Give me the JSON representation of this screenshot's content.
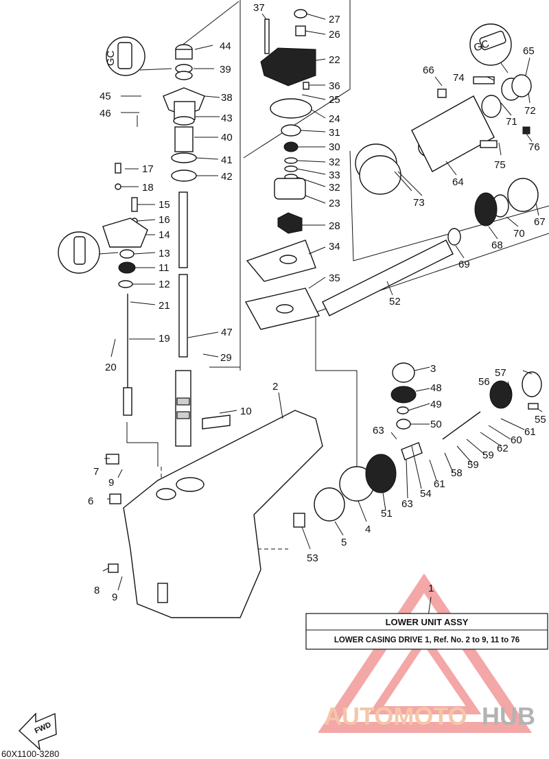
{
  "diagram_code": "60X1100-3280",
  "fwd_label": "FWD",
  "grease_badge_label": "GC",
  "lower_box": {
    "title": "LOWER UNIT ASSY",
    "subtitle": "LOWER CASING DRIVE 1, Ref. No. 2 to 9, 11 to 76"
  },
  "watermark": {
    "part1": "AUTOMOTO",
    "part2": "HUB",
    "color_orange": "#f2b48a",
    "color_grey": "#9a9a9a",
    "color_red": "#f08a8a"
  },
  "callouts": [
    {
      "id": "c1",
      "text": "1"
    },
    {
      "id": "c2",
      "text": "2"
    },
    {
      "id": "c3",
      "text": "3"
    },
    {
      "id": "c4",
      "text": "4"
    },
    {
      "id": "c5",
      "text": "5"
    },
    {
      "id": "c6",
      "text": "6"
    },
    {
      "id": "c7",
      "text": "7"
    },
    {
      "id": "c8",
      "text": "8"
    },
    {
      "id": "c9a",
      "text": "9"
    },
    {
      "id": "c9b",
      "text": "9"
    },
    {
      "id": "c10",
      "text": "10"
    },
    {
      "id": "c11",
      "text": "11"
    },
    {
      "id": "c12",
      "text": "12"
    },
    {
      "id": "c13",
      "text": "13"
    },
    {
      "id": "c14",
      "text": "14"
    },
    {
      "id": "c15",
      "text": "15"
    },
    {
      "id": "c16",
      "text": "16"
    },
    {
      "id": "c17",
      "text": "17"
    },
    {
      "id": "c18",
      "text": "18"
    },
    {
      "id": "c19",
      "text": "19"
    },
    {
      "id": "c20",
      "text": "20"
    },
    {
      "id": "c21",
      "text": "21"
    },
    {
      "id": "c22",
      "text": "22"
    },
    {
      "id": "c23",
      "text": "23"
    },
    {
      "id": "c24",
      "text": "24"
    },
    {
      "id": "c25",
      "text": "25"
    },
    {
      "id": "c26",
      "text": "26"
    },
    {
      "id": "c27",
      "text": "27"
    },
    {
      "id": "c28",
      "text": "28"
    },
    {
      "id": "c29",
      "text": "29"
    },
    {
      "id": "c30",
      "text": "30"
    },
    {
      "id": "c31",
      "text": "31"
    },
    {
      "id": "c32a",
      "text": "32"
    },
    {
      "id": "c32b",
      "text": "32"
    },
    {
      "id": "c33",
      "text": "33"
    },
    {
      "id": "c34",
      "text": "34"
    },
    {
      "id": "c35",
      "text": "35"
    },
    {
      "id": "c36",
      "text": "36"
    },
    {
      "id": "c37",
      "text": "37"
    },
    {
      "id": "c38",
      "text": "38"
    },
    {
      "id": "c39",
      "text": "39"
    },
    {
      "id": "c40",
      "text": "40"
    },
    {
      "id": "c41",
      "text": "41"
    },
    {
      "id": "c42",
      "text": "42"
    },
    {
      "id": "c43",
      "text": "43"
    },
    {
      "id": "c44",
      "text": "44"
    },
    {
      "id": "c45",
      "text": "45"
    },
    {
      "id": "c46",
      "text": "46"
    },
    {
      "id": "c47",
      "text": "47"
    },
    {
      "id": "c48",
      "text": "48"
    },
    {
      "id": "c49",
      "text": "49"
    },
    {
      "id": "c50",
      "text": "50"
    },
    {
      "id": "c51",
      "text": "51"
    },
    {
      "id": "c52",
      "text": "52"
    },
    {
      "id": "c53",
      "text": "53"
    },
    {
      "id": "c54",
      "text": "54"
    },
    {
      "id": "c55",
      "text": "55"
    },
    {
      "id": "c56",
      "text": "56"
    },
    {
      "id": "c57",
      "text": "57"
    },
    {
      "id": "c58",
      "text": "58"
    },
    {
      "id": "c59a",
      "text": "59"
    },
    {
      "id": "c59b",
      "text": "59"
    },
    {
      "id": "c60",
      "text": "60"
    },
    {
      "id": "c61a",
      "text": "61"
    },
    {
      "id": "c61b",
      "text": "61"
    },
    {
      "id": "c62",
      "text": "62"
    },
    {
      "id": "c63a",
      "text": "63"
    },
    {
      "id": "c63b",
      "text": "63"
    },
    {
      "id": "c64",
      "text": "64"
    },
    {
      "id": "c65",
      "text": "65"
    },
    {
      "id": "c66",
      "text": "66"
    },
    {
      "id": "c67",
      "text": "67"
    },
    {
      "id": "c68",
      "text": "68"
    },
    {
      "id": "c69",
      "text": "69"
    },
    {
      "id": "c70",
      "text": "70"
    },
    {
      "id": "c71",
      "text": "71"
    },
    {
      "id": "c72",
      "text": "72"
    },
    {
      "id": "c73",
      "text": "73"
    },
    {
      "id": "c74",
      "text": "74"
    },
    {
      "id": "c75",
      "text": "75"
    },
    {
      "id": "c76",
      "text": "76"
    }
  ]
}
